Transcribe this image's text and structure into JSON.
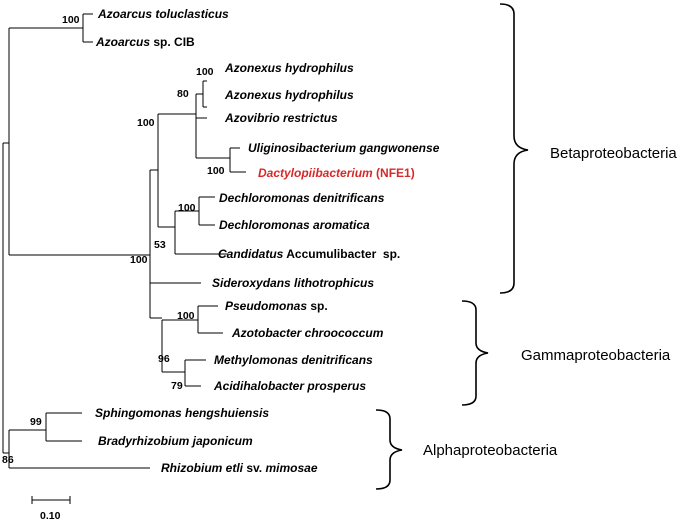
{
  "taxa": {
    "t1": {
      "italic": "Azoarcus toluclasticus",
      "plain": ""
    },
    "t2": {
      "italic": "Azoarcus",
      "plain": " sp. CIB"
    },
    "t3": {
      "italic": "Azonexus hydrophilus",
      "plain": ""
    },
    "t4": {
      "italic": "Azonexus hydrophilus",
      "plain": ""
    },
    "t5": {
      "italic": "Azovibrio restrictus",
      "plain": ""
    },
    "t6": {
      "italic": "Uliginosibacterium gangwonense",
      "plain": ""
    },
    "t7": {
      "italic": "Dactylopiibacterium",
      "plain": " (NFE1)"
    },
    "t8": {
      "italic": "Dechloromonas denitrificans",
      "plain": ""
    },
    "t9": {
      "italic": "Dechloromonas aromatica",
      "plain": ""
    },
    "t10": {
      "italic": "Candidatus",
      "plain": " Accumulibacter  sp."
    },
    "t11": {
      "italic": "Sideroxydans lithotrophicus",
      "plain": ""
    },
    "t12": {
      "italic": "Pseudomonas",
      "plain": " sp."
    },
    "t13": {
      "italic": "Azotobacter chroococcum",
      "plain": ""
    },
    "t14": {
      "italic": "Methylomonas denitrificans",
      "plain": ""
    },
    "t15": {
      "italic": "Acidihalobacter prosperus",
      "plain": ""
    },
    "t16": {
      "italic": "Sphingomonas hengshuiensis",
      "plain": ""
    },
    "t17": {
      "italic": "Bradyrhizobium japonicum",
      "plain": ""
    },
    "t18": {
      "italic": "Rhizobium etli",
      "plain": " sv. ",
      "italic2": "mimosae"
    }
  },
  "highlight_color": "#d42a2a",
  "bootstrap": {
    "b_azoarcus": "100",
    "b_azonexus": "100",
    "b_azovibrio": "80",
    "b_uligino_clade": "100",
    "b_dactylo": "100",
    "b_dechloro": "100",
    "b_accum": "53",
    "b_beta": "100",
    "b_pseudo": "100",
    "b_gamma": "96",
    "b_methylo": "79",
    "b_sphingo": "99",
    "b_alpha": "86"
  },
  "groups": {
    "beta": "Betaproteobacteria",
    "gamma": "Gammaproteobacteria",
    "alpha": "Alphaproteobacteria"
  },
  "scale_bar": {
    "label": "0.10"
  }
}
